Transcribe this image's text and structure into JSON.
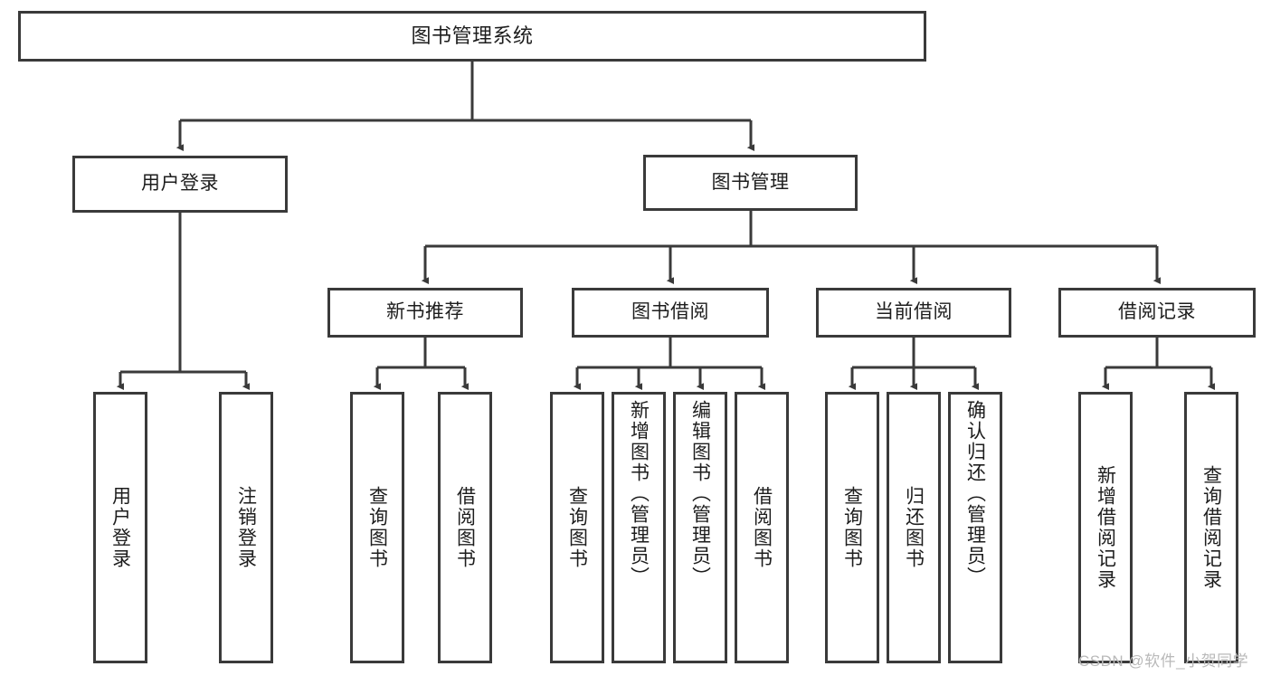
{
  "diagram": {
    "title": "图书管理系统",
    "type": "hierarchy-tree",
    "root": {
      "id": "root",
      "label": "图书管理系统"
    },
    "level2": [
      {
        "id": "user-login",
        "label": "用户登录"
      },
      {
        "id": "book-management",
        "label": "图书管理"
      }
    ],
    "level3": [
      {
        "id": "new-book-recommend",
        "label": "新书推荐",
        "parent": "book-management"
      },
      {
        "id": "book-borrow",
        "label": "图书借阅",
        "parent": "book-management"
      },
      {
        "id": "current-borrow",
        "label": "当前借阅",
        "parent": "book-management"
      },
      {
        "id": "borrow-record",
        "label": "借阅记录",
        "parent": "book-management"
      }
    ],
    "leaves": {
      "user-login": [
        {
          "id": "leaf-user-login",
          "label": "用户登录"
        },
        {
          "id": "leaf-user-logout",
          "label": "注销登录"
        }
      ],
      "new-book-recommend": [
        {
          "id": "leaf-query-book-1",
          "label": "查询图书"
        },
        {
          "id": "leaf-borrow-book-1",
          "label": "借阅图书"
        }
      ],
      "book-borrow": [
        {
          "id": "leaf-query-book-2",
          "label": "查询图书"
        },
        {
          "id": "leaf-add-book",
          "label": "新增图书（管理员）"
        },
        {
          "id": "leaf-edit-book",
          "label": "编辑图书（管理员）"
        },
        {
          "id": "leaf-borrow-book-2",
          "label": "借阅图书"
        }
      ],
      "current-borrow": [
        {
          "id": "leaf-query-book-3",
          "label": "查询图书"
        },
        {
          "id": "leaf-return-book",
          "label": "归还图书"
        },
        {
          "id": "leaf-confirm-return",
          "label": "确认归还（管理员）"
        }
      ],
      "borrow-record": [
        {
          "id": "leaf-add-record",
          "label": "新增借阅记录"
        },
        {
          "id": "leaf-query-record",
          "label": "查询借阅记录"
        }
      ]
    }
  },
  "watermark": {
    "text": "CSDN @软件_小贺同学"
  },
  "colors": {
    "border": "#3a3a3a",
    "text": "#1d1d1d",
    "background": "#ffffff",
    "watermark": "#b9b9b9"
  }
}
